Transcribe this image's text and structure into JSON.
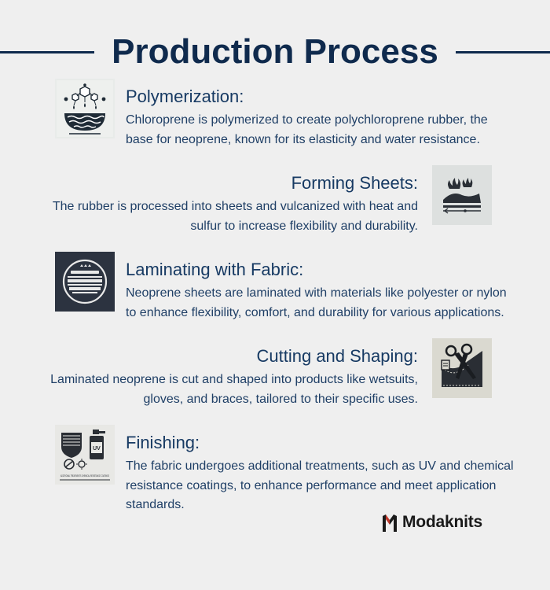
{
  "title": "Production Process",
  "steps": [
    {
      "icon": "polymer-molecule-icon",
      "title": "Polymerization:",
      "description": "Chloroprene is polymerized to create polychloroprene rubber, the base for neoprene, known for its elasticity and water resistance."
    },
    {
      "icon": "vulcanized-sheet-icon",
      "title": "Forming Sheets:",
      "description": "The rubber is processed into sheets and vulcanized with heat and sulfur to increase flexibility and durability."
    },
    {
      "icon": "laminated-layers-icon",
      "title": "Laminating with Fabric:",
      "description": "Neoprene sheets are laminated with materials like polyester or nylon to enhance flexibility, comfort, and durability for various applications."
    },
    {
      "icon": "scissors-cutting-icon",
      "title": "Cutting and Shaping:",
      "description": "Laminated neoprene is cut and shaped into products like wetsuits, gloves, and braces, tailored to their specific uses."
    },
    {
      "icon": "finishing-treatment-icon",
      "title": "Finishing:",
      "description": "The fabric undergoes additional treatments, such as UV and chemical resistance coatings, to enhance performance and meet application standards.",
      "icon_text": {
        "uv": "UV",
        "caption": "ADDITIONAL TREATMENTS CHEMICAL RESISTANCE COATINGS"
      }
    }
  ],
  "brand": {
    "name": "Modaknits"
  },
  "colors": {
    "background": "#efefef",
    "title": "#0f2a4d",
    "text": "#173a63",
    "dark_icon": "#2c3340"
  }
}
